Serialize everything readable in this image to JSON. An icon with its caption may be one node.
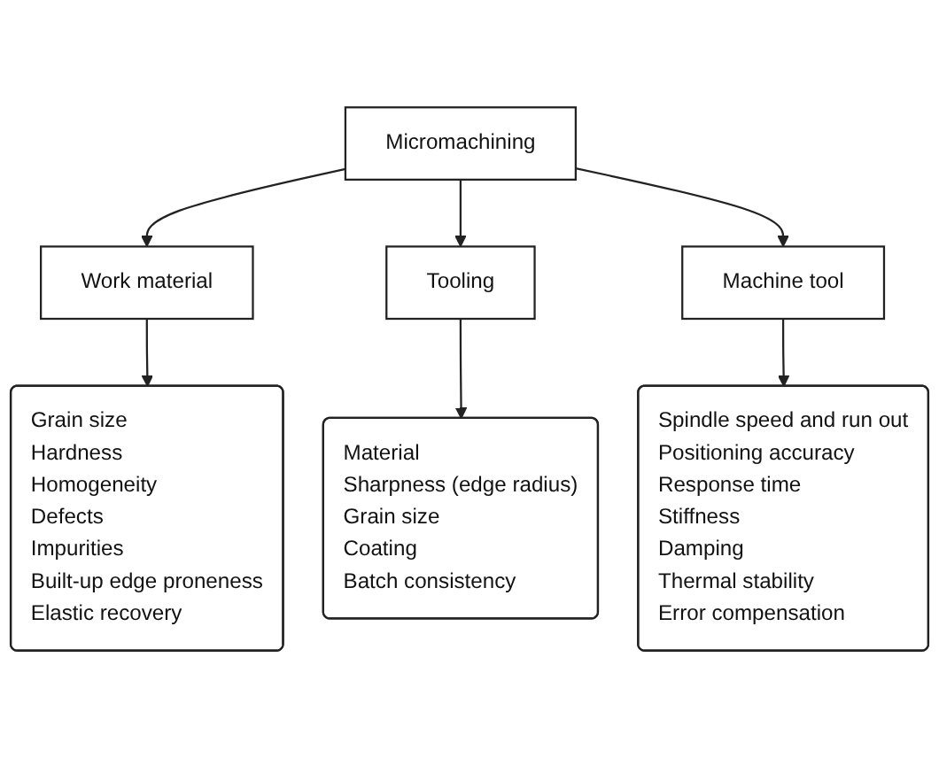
{
  "diagram": {
    "nodes": [
      {
        "text": [
          "Micromachining"
        ]
      },
      {
        "text": [
          "Work material"
        ]
      },
      {
        "text": [
          "Tooling"
        ]
      },
      {
        "text": [
          "Machine tool"
        ]
      },
      {
        "text": [
          "Grain size",
          "Hardness",
          "Homogeneity",
          "Defects",
          "Impurities",
          "Built-up edge proneness",
          "Elastic recovery"
        ]
      },
      {
        "text": [
          "Material",
          "Sharpness (edge radius)",
          "Grain size",
          "Coating",
          "Batch consistency"
        ]
      },
      {
        "text": [
          "Spindle speed and run out",
          "Positioning accuracy",
          "Response time",
          "Stiffness",
          "Damping",
          "Thermal stability",
          "Error compensation"
        ]
      }
    ],
    "edges": [
      {
        "from": 0,
        "to": 1,
        "arrow": "to"
      },
      {
        "from": 0,
        "to": 2,
        "arrow": "to"
      },
      {
        "from": 0,
        "to": 3,
        "arrow": "to"
      },
      {
        "from": 1,
        "to": 4,
        "arrow": "to"
      },
      {
        "from": 2,
        "to": 5,
        "arrow": "to"
      },
      {
        "from": 3,
        "to": 6,
        "arrow": "to"
      }
    ]
  }
}
